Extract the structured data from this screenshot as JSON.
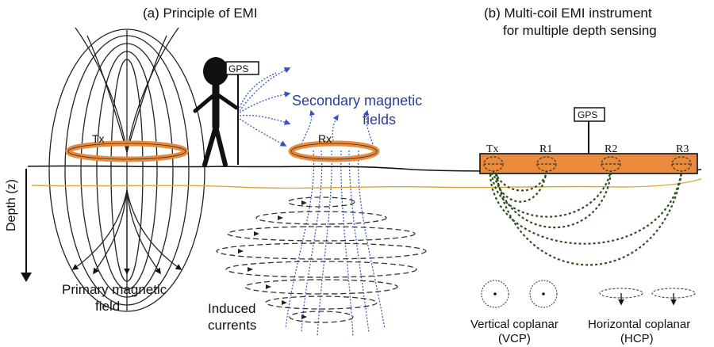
{
  "panel_a": {
    "title": "(a) Principle of EMI",
    "tx_label": "Tx",
    "rx_label": "Rx",
    "gps_label": "GPS",
    "secondary_field_line1": "Secondary magnetic",
    "secondary_field_line2": "fields",
    "primary_field_line1": "Primary magnetic",
    "primary_field_line2": "field",
    "induced_line1": "Induced",
    "induced_line2": "currents",
    "depth_axis_label": "Depth (z)"
  },
  "panel_b": {
    "title_line1": "(b) Multi-coil EMI instrument",
    "title_line2": "for multiple depth sensing",
    "gps_label": "GPS",
    "coils": [
      "Tx",
      "R1",
      "R2",
      "R3"
    ],
    "vcp_line1": "Vertical coplanar",
    "vcp_line2": "(VCP)",
    "hcp_line1": "Horizontal coplanar",
    "hcp_line2": "(HCP)"
  },
  "colors": {
    "coil_orange": "#ea8a3a",
    "secondary_blue": "#3552c8",
    "ground_line": "#111111",
    "subsurface_line": "#d9a93a",
    "sensing_green": "#2f4f1f"
  }
}
